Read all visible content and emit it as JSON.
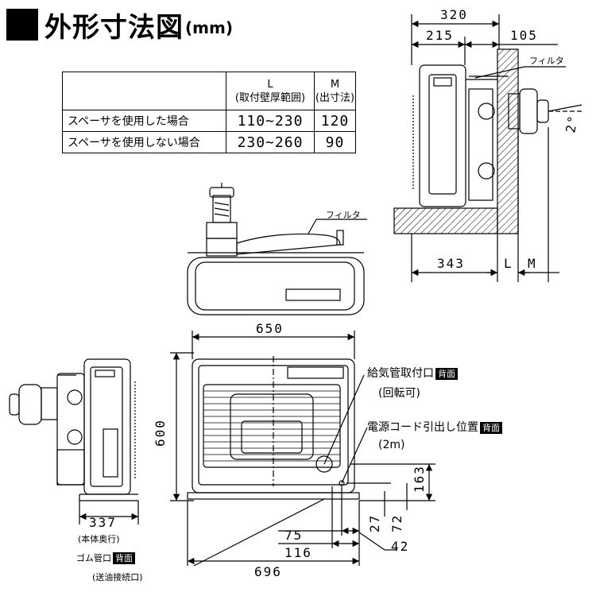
{
  "title": {
    "main": "外形寸法図",
    "unit": "(mm)"
  },
  "table": {
    "header_L": "L",
    "header_L_sub": "(取付壁厚範囲)",
    "header_M": "M",
    "header_M_sub": "(出寸法)",
    "rows": [
      {
        "label": "スペーサを使用した場合",
        "L": "110~230",
        "M": "120"
      },
      {
        "label": "スペーサを使用しない場合",
        "L": "230~260",
        "M": "90"
      }
    ]
  },
  "top_right": {
    "dim_320": "320",
    "dim_215": "215",
    "dim_105": "105",
    "filter": "フィルタ",
    "dim_343": "343",
    "dim_L": "L",
    "dim_M": "M",
    "angle": "2°"
  },
  "top_view": {
    "filter": "フィルタ"
  },
  "front": {
    "dim_650": "650",
    "dim_600": "600",
    "dim_696": "696",
    "dim_163": "163",
    "dim_72": "72",
    "dim_27": "27",
    "dim_75": "75",
    "dim_116": "116",
    "dim_42": "42",
    "intake": "給気管取付口",
    "intake_note": "(回転可)",
    "cord": "電源コード引出し位置",
    "cord_len": "(2m)",
    "back_tag": "背面",
    "rubber": "ゴム管口",
    "rubber_note": "(送油接続口)"
  },
  "side": {
    "dim_337": "337",
    "depth_note": "(本体奥行)"
  }
}
